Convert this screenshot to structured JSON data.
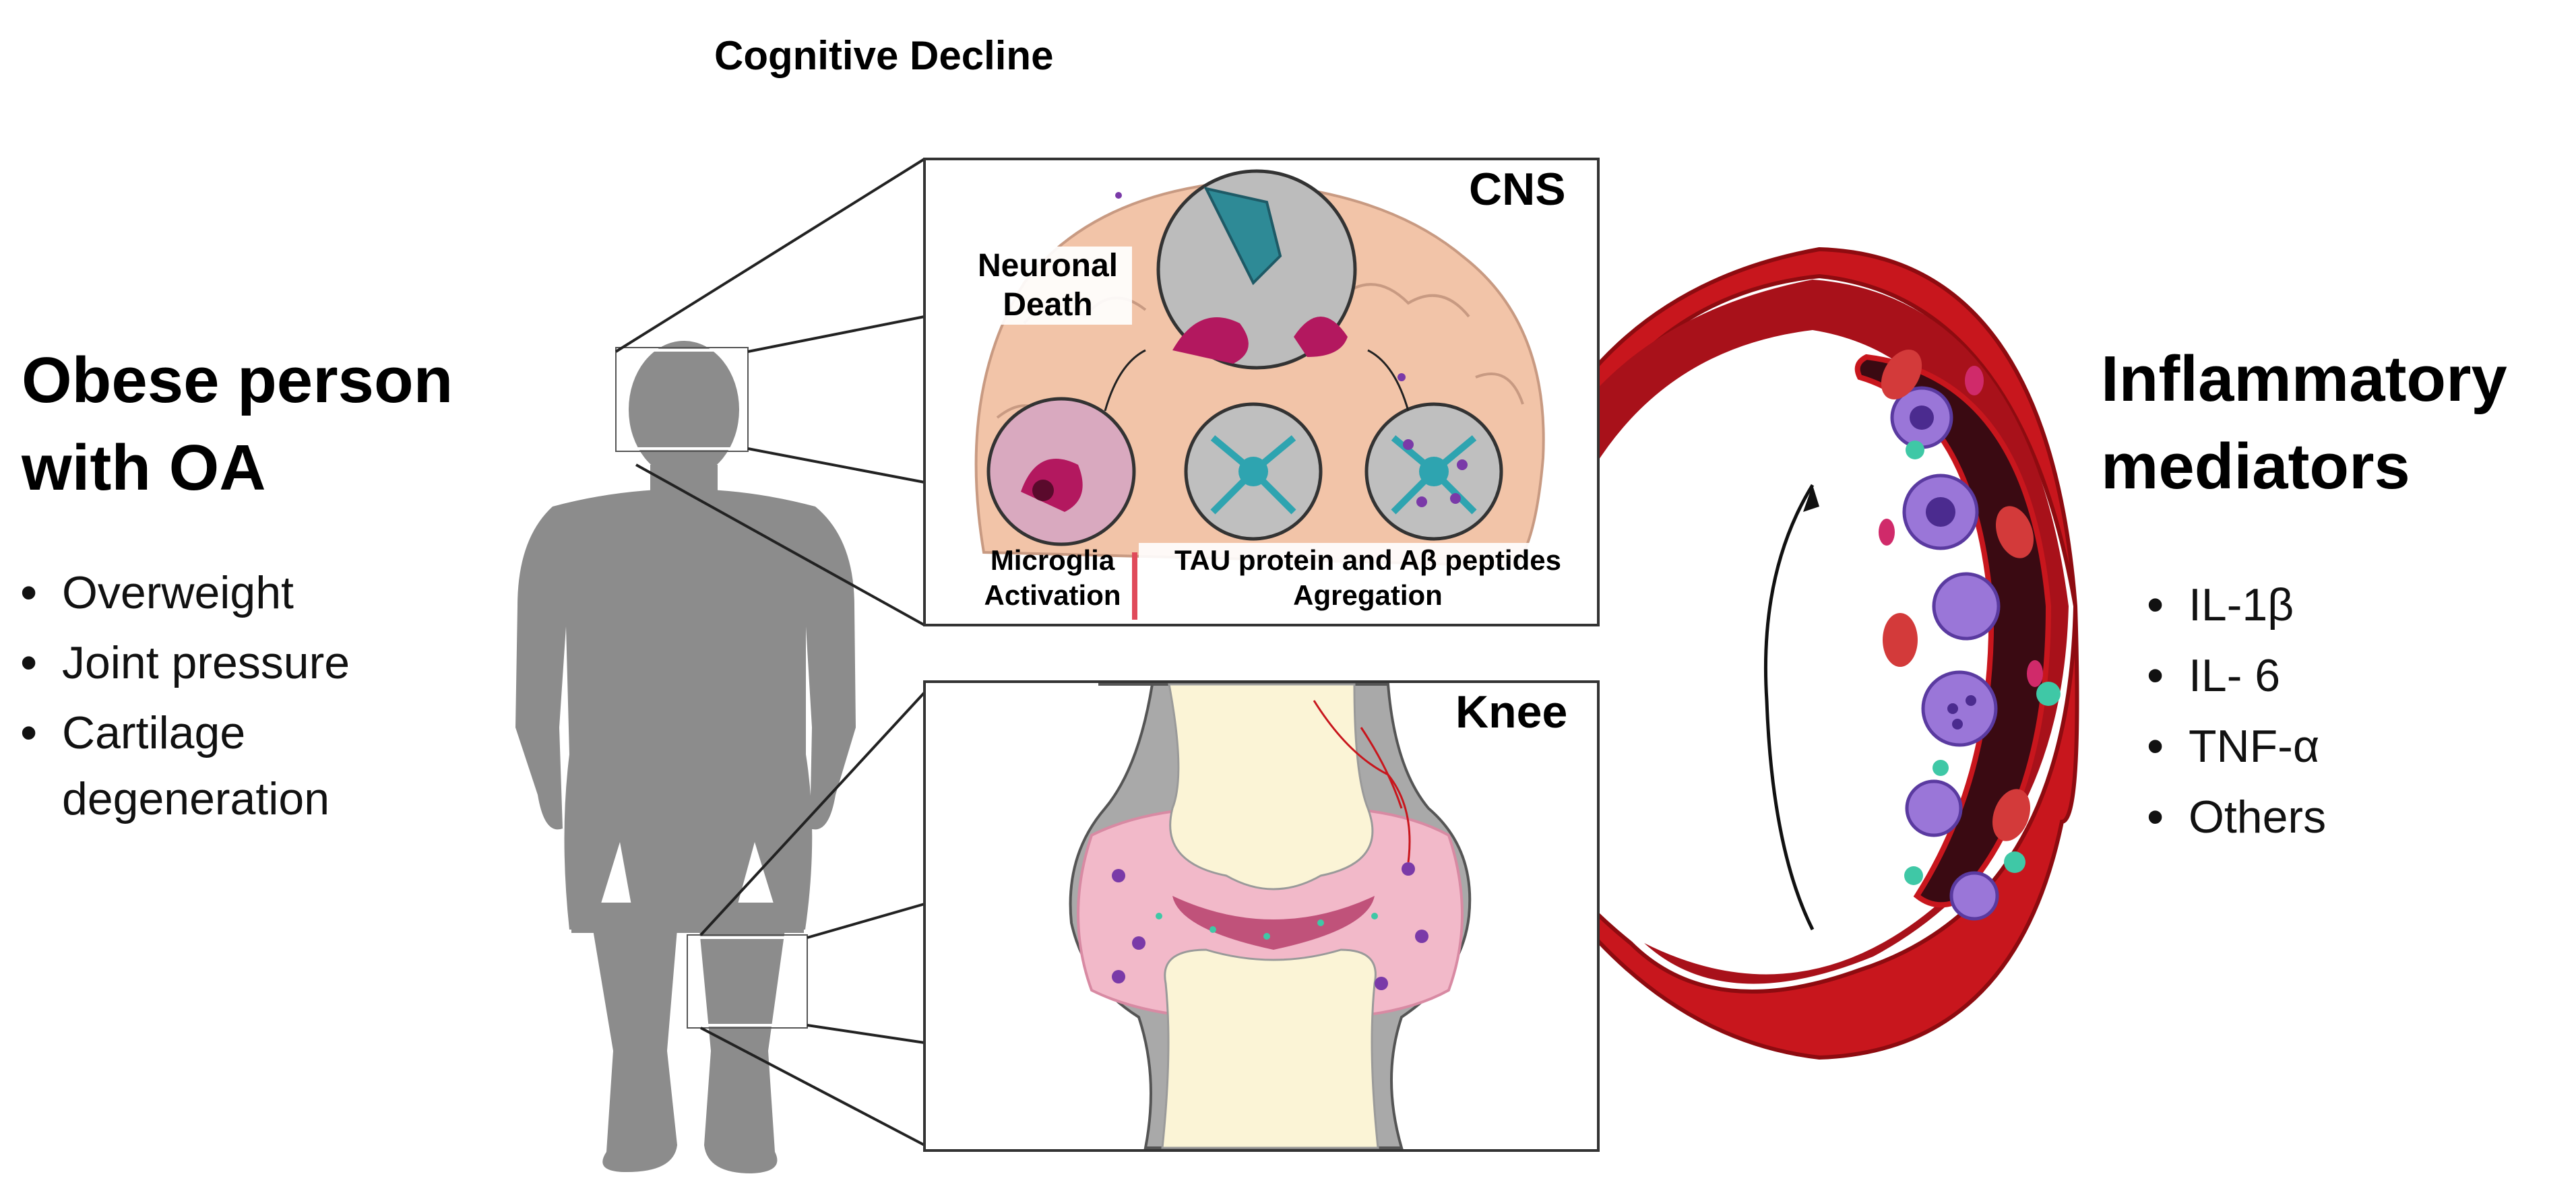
{
  "figure": {
    "top_label": "Cognitive Decline",
    "left": {
      "title_line1": "Obese person",
      "title_line2": "with OA",
      "bullets": [
        "Overweight",
        "Joint pressure",
        "Cartilage",
        "degeneration"
      ]
    },
    "cns_panel": {
      "label": "CNS",
      "neuronal_death_line1": "Neuronal",
      "neuronal_death_line2": "Death",
      "microglia_line1": "Microglia",
      "microglia_line2": "Activation",
      "tau_line1": "TAU protein and Aβ peptides",
      "tau_line2": "Agregation"
    },
    "knee_panel": {
      "label": "Knee"
    },
    "right": {
      "title_line1": "Inflammatory",
      "title_line2": "mediators",
      "bullets": [
        "IL-1β",
        "IL- 6",
        "TNF-α",
        "Others"
      ]
    },
    "colors": {
      "silhouette": "#8c8c8c",
      "vessel": "#c8161d",
      "vessel_dark": "#8e0b10",
      "vessel_lumen": "#3a0a12",
      "brain": "#f2c4a8",
      "bone": "#fbf4d6",
      "cartilage_gray": "#a9a9a9",
      "synovium": "#f2b9c9",
      "cell_purple": "#9a76d8",
      "cell_magenta": "#b3185f",
      "cell_teal": "#3fc8a6",
      "neuron_teal": "#2ea4b0"
    }
  }
}
